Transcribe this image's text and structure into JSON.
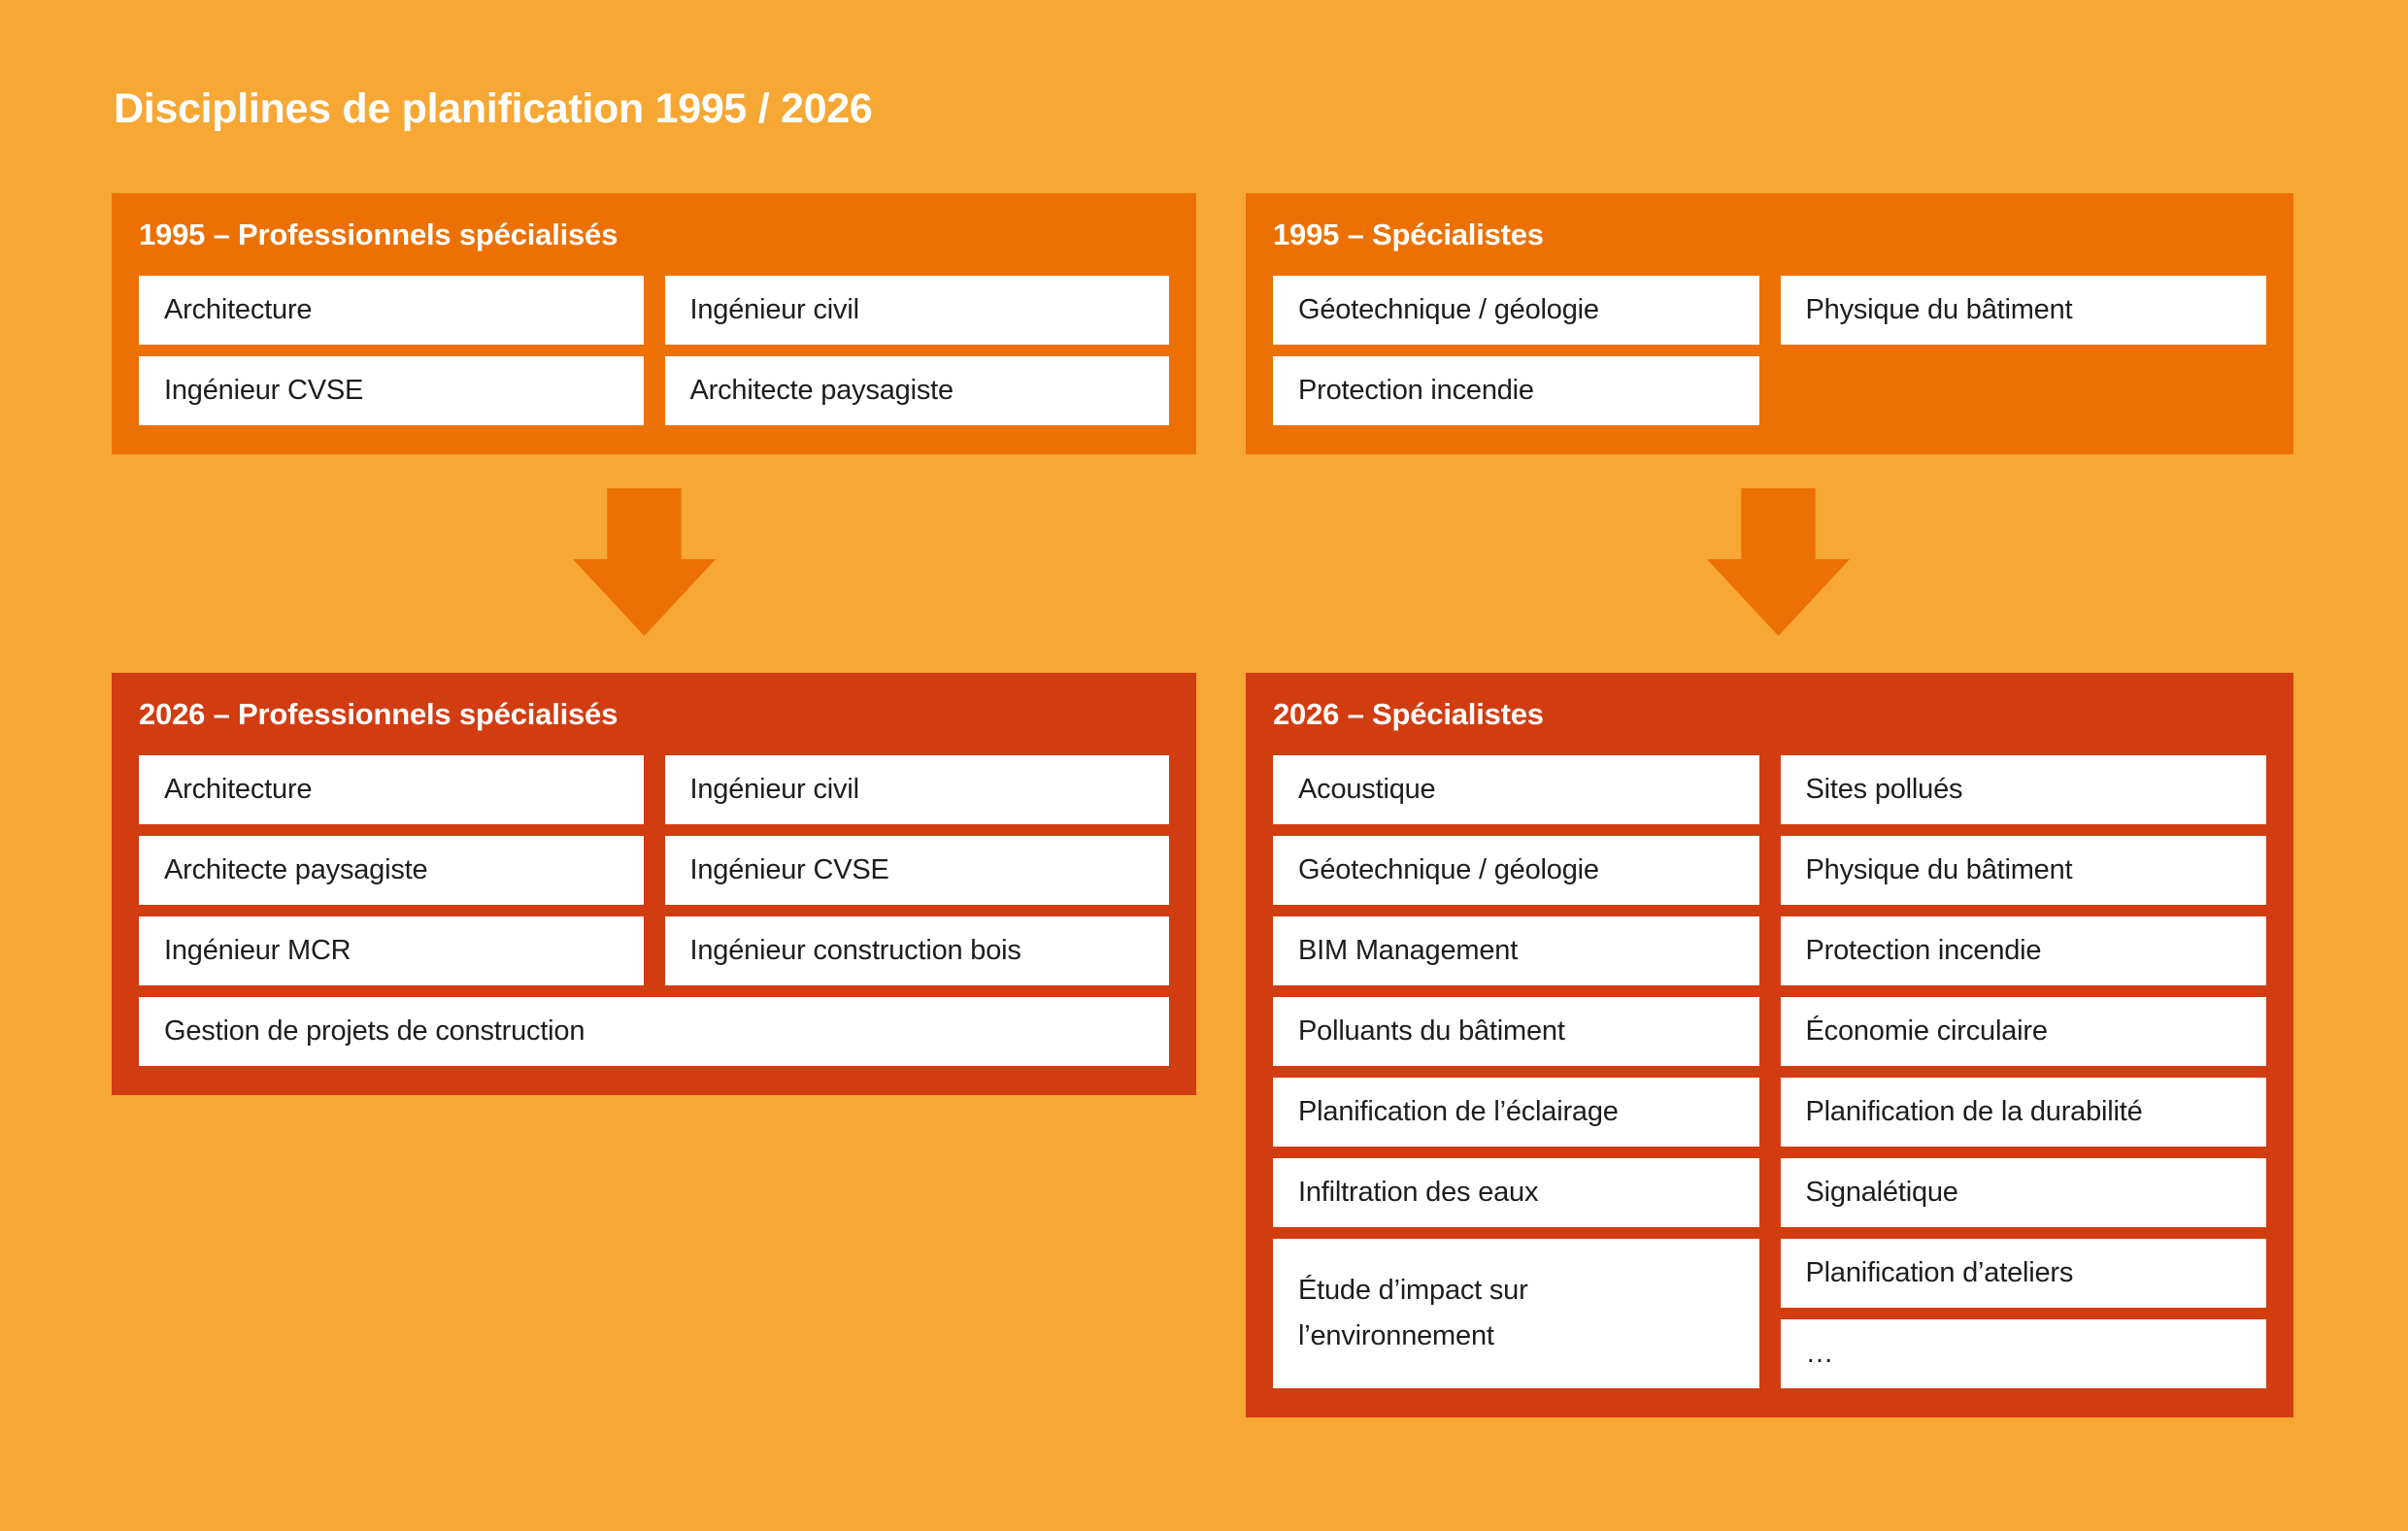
{
  "title": "Disciplines de planification 1995 / 2026",
  "colors": {
    "background": "#F7A733",
    "panel_orange": "#EC7102",
    "panel_red": "#D23C11",
    "box_bg": "#FFFFFF",
    "box_text": "#1D1D1B",
    "header_text": "#FFFFFF"
  },
  "arrows": {
    "left_icon": "arrow-down-icon",
    "right_icon": "arrow-down-icon"
  },
  "panels": {
    "top_left": {
      "header": "1995 – Professionnels spécialisés",
      "items": [
        "Architecture",
        "Ingénieur civil",
        "Ingénieur CVSE",
        "Architecte paysagiste"
      ]
    },
    "top_right": {
      "header": "1995 – Spécialistes",
      "items": [
        "Géotechnique / géologie",
        "Physique du bâtiment",
        "Protection incendie"
      ]
    },
    "bottom_left": {
      "header": "2026 – Professionnels spécialisés",
      "items": [
        "Architecture",
        "Ingénieur civil",
        "Architecte paysagiste",
        "Ingénieur CVSE",
        "Ingénieur MCR",
        "Ingénieur construction bois",
        "Gestion de projets de construction"
      ]
    },
    "bottom_right": {
      "header": "2026 – Spécialistes",
      "items": [
        "Acoustique",
        "Sites pollués",
        "Géotechnique / géologie",
        "Physique du bâtiment",
        "BIM Management",
        "Protection incendie",
        "Polluants du bâtiment",
        "Économie circulaire",
        "Planification de l’éclairage",
        "Planification de la durabilité",
        "Infiltration des eaux",
        "Signalétique",
        "Étude d’impact sur\nl’environnement",
        "Planification d’ateliers",
        "…"
      ]
    }
  }
}
